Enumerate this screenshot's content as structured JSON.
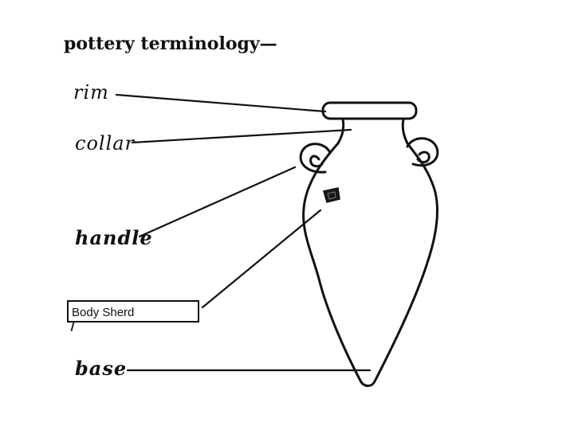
{
  "title": "pottery terminology—",
  "labels": {
    "rim": "rim",
    "collar": "collar",
    "handle": "handle",
    "base": "base"
  },
  "textbox": {
    "value": "Body Sherd"
  }
}
